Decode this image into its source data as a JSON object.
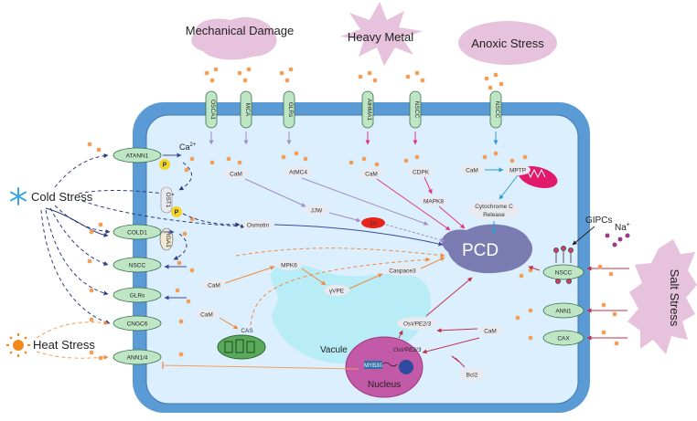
{
  "stresses": {
    "mechanical": "Mechanical Damage",
    "heavy_metal": "Heavy Metal",
    "anoxic": "Anoxic Stress",
    "cold": "Cold Stress",
    "heat": "Heat Stress",
    "salt": "Salt Stress"
  },
  "top_channels": {
    "osca1": "OSCA1",
    "mca": "MCA",
    "glrs": "GLRs",
    "athma1": "AtHMA1",
    "nscc": "NSCC",
    "nscc2": "NSCC"
  },
  "left_channels": {
    "atann1": "ATANN1",
    "ost1": "OST1",
    "cold1": "COLD1",
    "rga1": "RGA1",
    "nscc": "NSCC",
    "glrs": "GLRs",
    "cngc6": "CNGC6",
    "ann1_4": "ANN1/4"
  },
  "right_channels": {
    "nscc": "NSCC",
    "ann1": "ANN1",
    "cax": "CAX"
  },
  "phospho": "P",
  "ca_label": "Ca",
  "ca_sup": "2+",
  "na_label": "Na",
  "na_sup": "+",
  "gipcs": "GIPCs",
  "nodes": {
    "cam1": "CaM",
    "atmc4": "AtMC4",
    "jjw": "JJW",
    "ja": "JA",
    "cam_hm": "CaM",
    "cdpk": "CDPK",
    "mapk8": "MAPK8",
    "cam_anox": "CaM",
    "mptp": "MPTP",
    "cytc_line1": "Cytochrome C",
    "cytc_line2": "Release",
    "osmotin": "Osmotin",
    "cam_mpk": "CaM",
    "mpk6": "MPK6",
    "vpe": "γVPE",
    "caspace3": "Caspace3",
    "cam_cas": "CaM",
    "cas": "CAS",
    "osvpe_cyto": "OsVPE2/3",
    "cam_right": "CaM",
    "bcl2": "Bcl2",
    "pcd": "PCD"
  },
  "organelles": {
    "vacule": "Vacule",
    "nucleus": "Nucleus",
    "osvpe_nuc": "OsVPE2/3",
    "myb": "MYB30"
  },
  "colors": {
    "membrane": "#5b9bd5",
    "cytoplasm": "#dcefff",
    "stress_cloud": "#e6c2dc",
    "pcd": "#7a7bb0",
    "nucleus": "#c35aa8",
    "vacuole": "#b8ecf6",
    "ca_dot": "#f0a05a",
    "chloroplast": "#5aa85a",
    "mito": "#e21a6c",
    "ja": "#e8231c"
  }
}
